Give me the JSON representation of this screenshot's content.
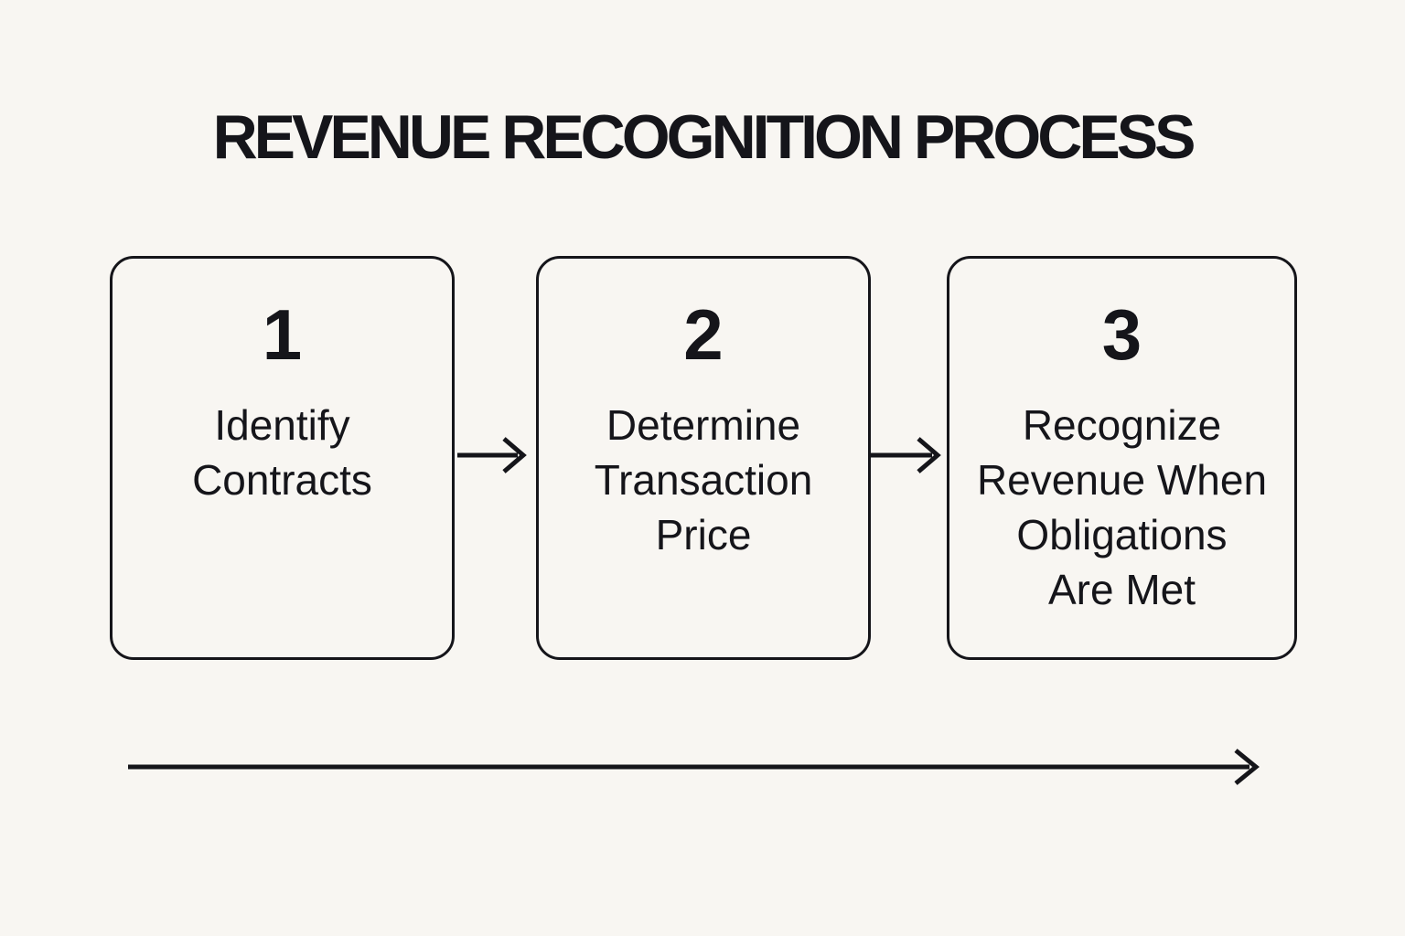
{
  "title": "REVENUE RECOGNITION PROCESS",
  "steps": [
    {
      "number": "1",
      "label": "Identify\nContracts"
    },
    {
      "number": "2",
      "label": "Determine\nTransaction\nPrice"
    },
    {
      "number": "3",
      "label": "Recognize\nRevenue When\nObligations\nAre Met"
    }
  ],
  "icons": {
    "step_connector": "right-arrow",
    "timeline": "long-right-arrow"
  },
  "colors": {
    "background": "#f8f6f2",
    "ink": "#15151a"
  }
}
